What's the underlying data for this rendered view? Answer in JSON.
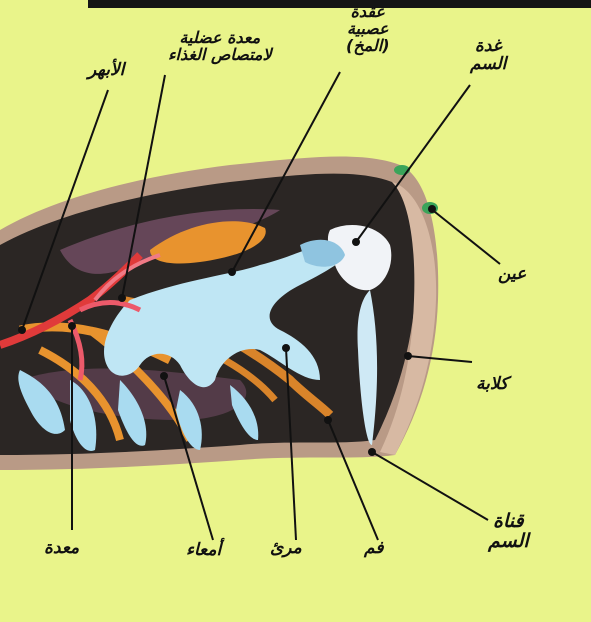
{
  "labels": {
    "aorta": "الأبهر",
    "muscular_stomach": [
      "معدة عضلية",
      "لامتصاص الغذاء"
    ],
    "nerve_ganglion": [
      "عقدة",
      "عصبية",
      "(المخ)"
    ],
    "venom_gland": [
      "غدة",
      "السم"
    ],
    "eye": "عين",
    "claw": "كلابة",
    "venom_duct": [
      "قناة",
      "السم"
    ],
    "mouth": "فم",
    "esophagus": "مرئ",
    "intestines": "أمعاء",
    "stomach": "معدة"
  },
  "colors": {
    "background": "#e9f48a",
    "body_dark": "#2b2624",
    "shell": "#b99a86",
    "digestive_blue": "#bfe6f4",
    "aorta_red": "#e03a3a",
    "orange_tube": "#e8932e",
    "eye_green": "#3aa45a",
    "leader_line": "#111111"
  }
}
